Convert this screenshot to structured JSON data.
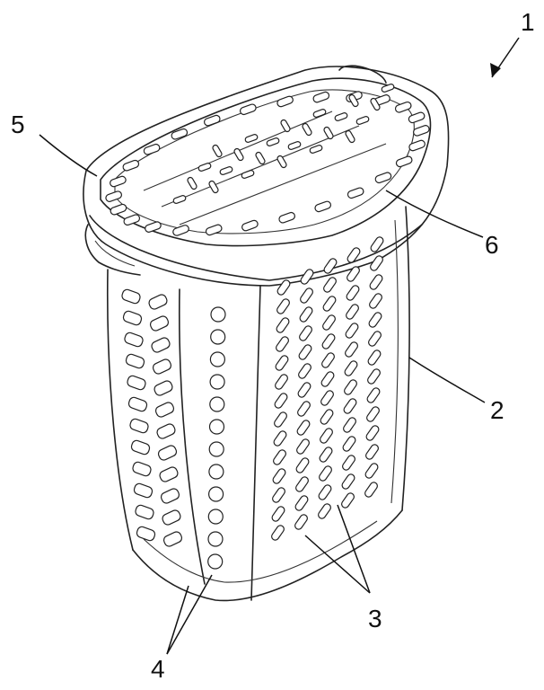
{
  "figure": {
    "labels": {
      "ref1": "1",
      "ref2": "2",
      "ref3": "3",
      "ref4": "4",
      "ref5": "5",
      "ref6": "6"
    }
  }
}
